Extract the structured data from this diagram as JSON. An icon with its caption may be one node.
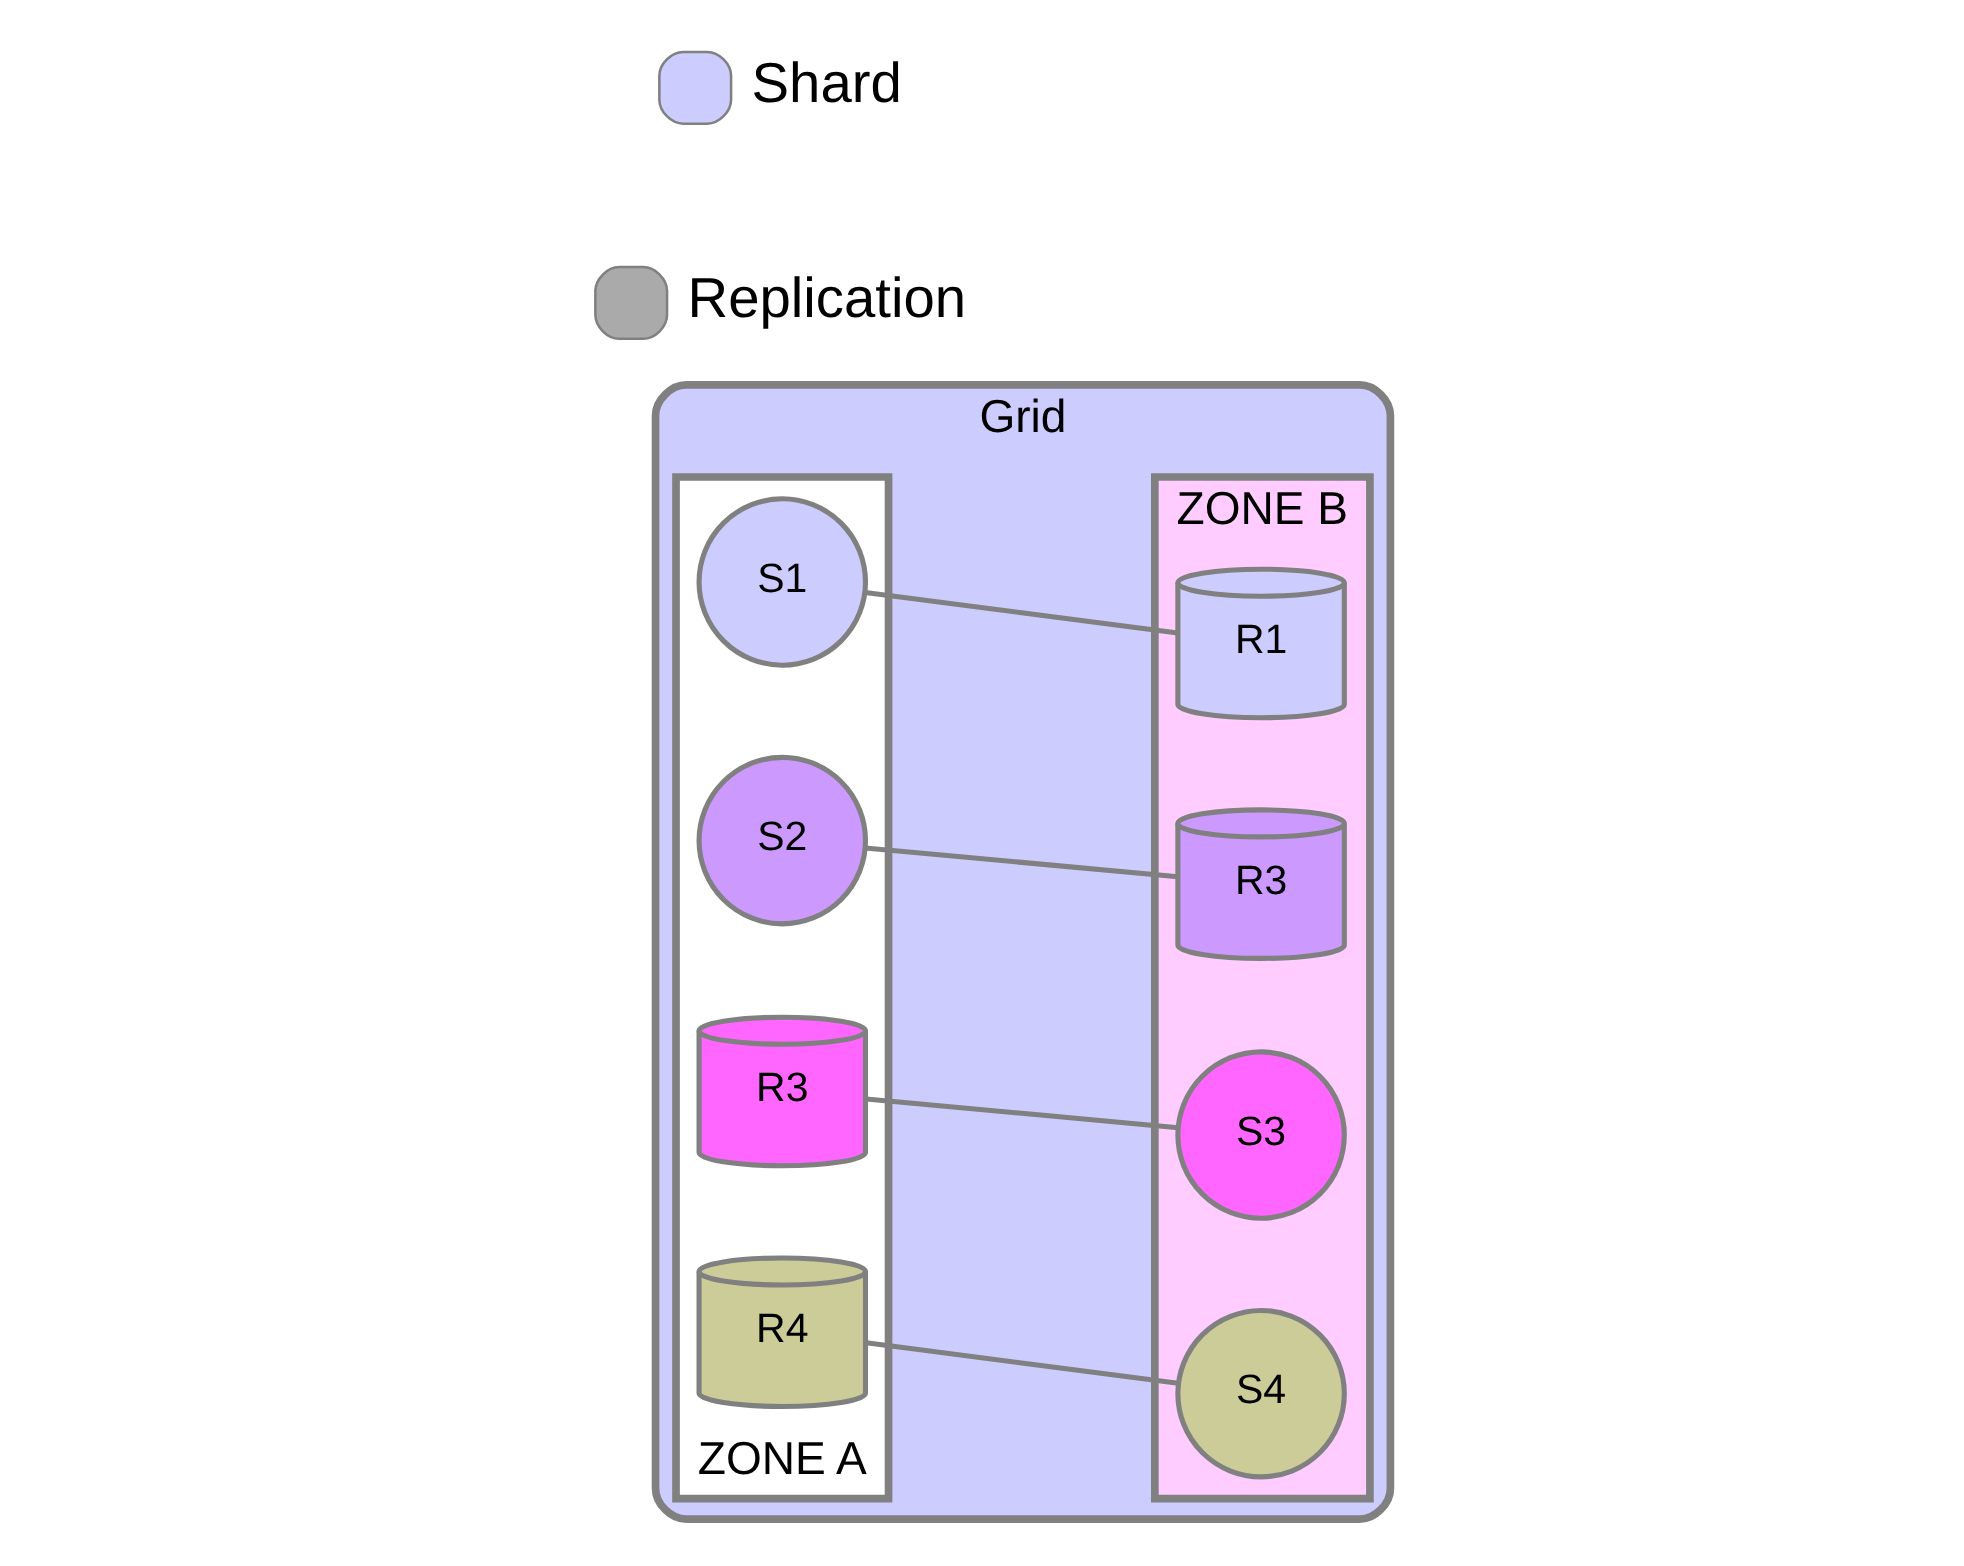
{
  "diagram": {
    "nodes": [
      {
        "text": [
          "Grid"
        ]
      },
      {
        "text": [
          "ZONE B"
        ],
        "in": 0
      },
      {
        "text": [
          "R1"
        ],
        "in": 1
      },
      {
        "text": [
          "R3"
        ],
        "in": 1
      },
      {
        "text": [
          "S3"
        ],
        "in": 1
      },
      {
        "text": [
          "S4"
        ],
        "in": 1
      },
      {
        "text": [
          "ZONE A"
        ],
        "in": 0
      },
      {
        "text": [
          "S1"
        ],
        "in": 6
      },
      {
        "text": [
          "S2"
        ],
        "in": 6
      },
      {
        "text": [
          "R3"
        ],
        "in": 6
      },
      {
        "text": [
          "R4"
        ],
        "in": 6
      }
    ],
    "edges": [
      {
        "from": 7,
        "to": 2,
        "arrow": "none"
      },
      {
        "from": 8,
        "to": 3,
        "arrow": "none"
      },
      {
        "from": 9,
        "to": 4,
        "arrow": "none"
      },
      {
        "from": 10,
        "to": 5,
        "arrow": "none"
      }
    ],
    "legend": [
      {
        "text": "Shard",
        "color": "#ccccff"
      },
      {
        "text": "Replication",
        "color": "#aaaaaa"
      }
    ]
  }
}
